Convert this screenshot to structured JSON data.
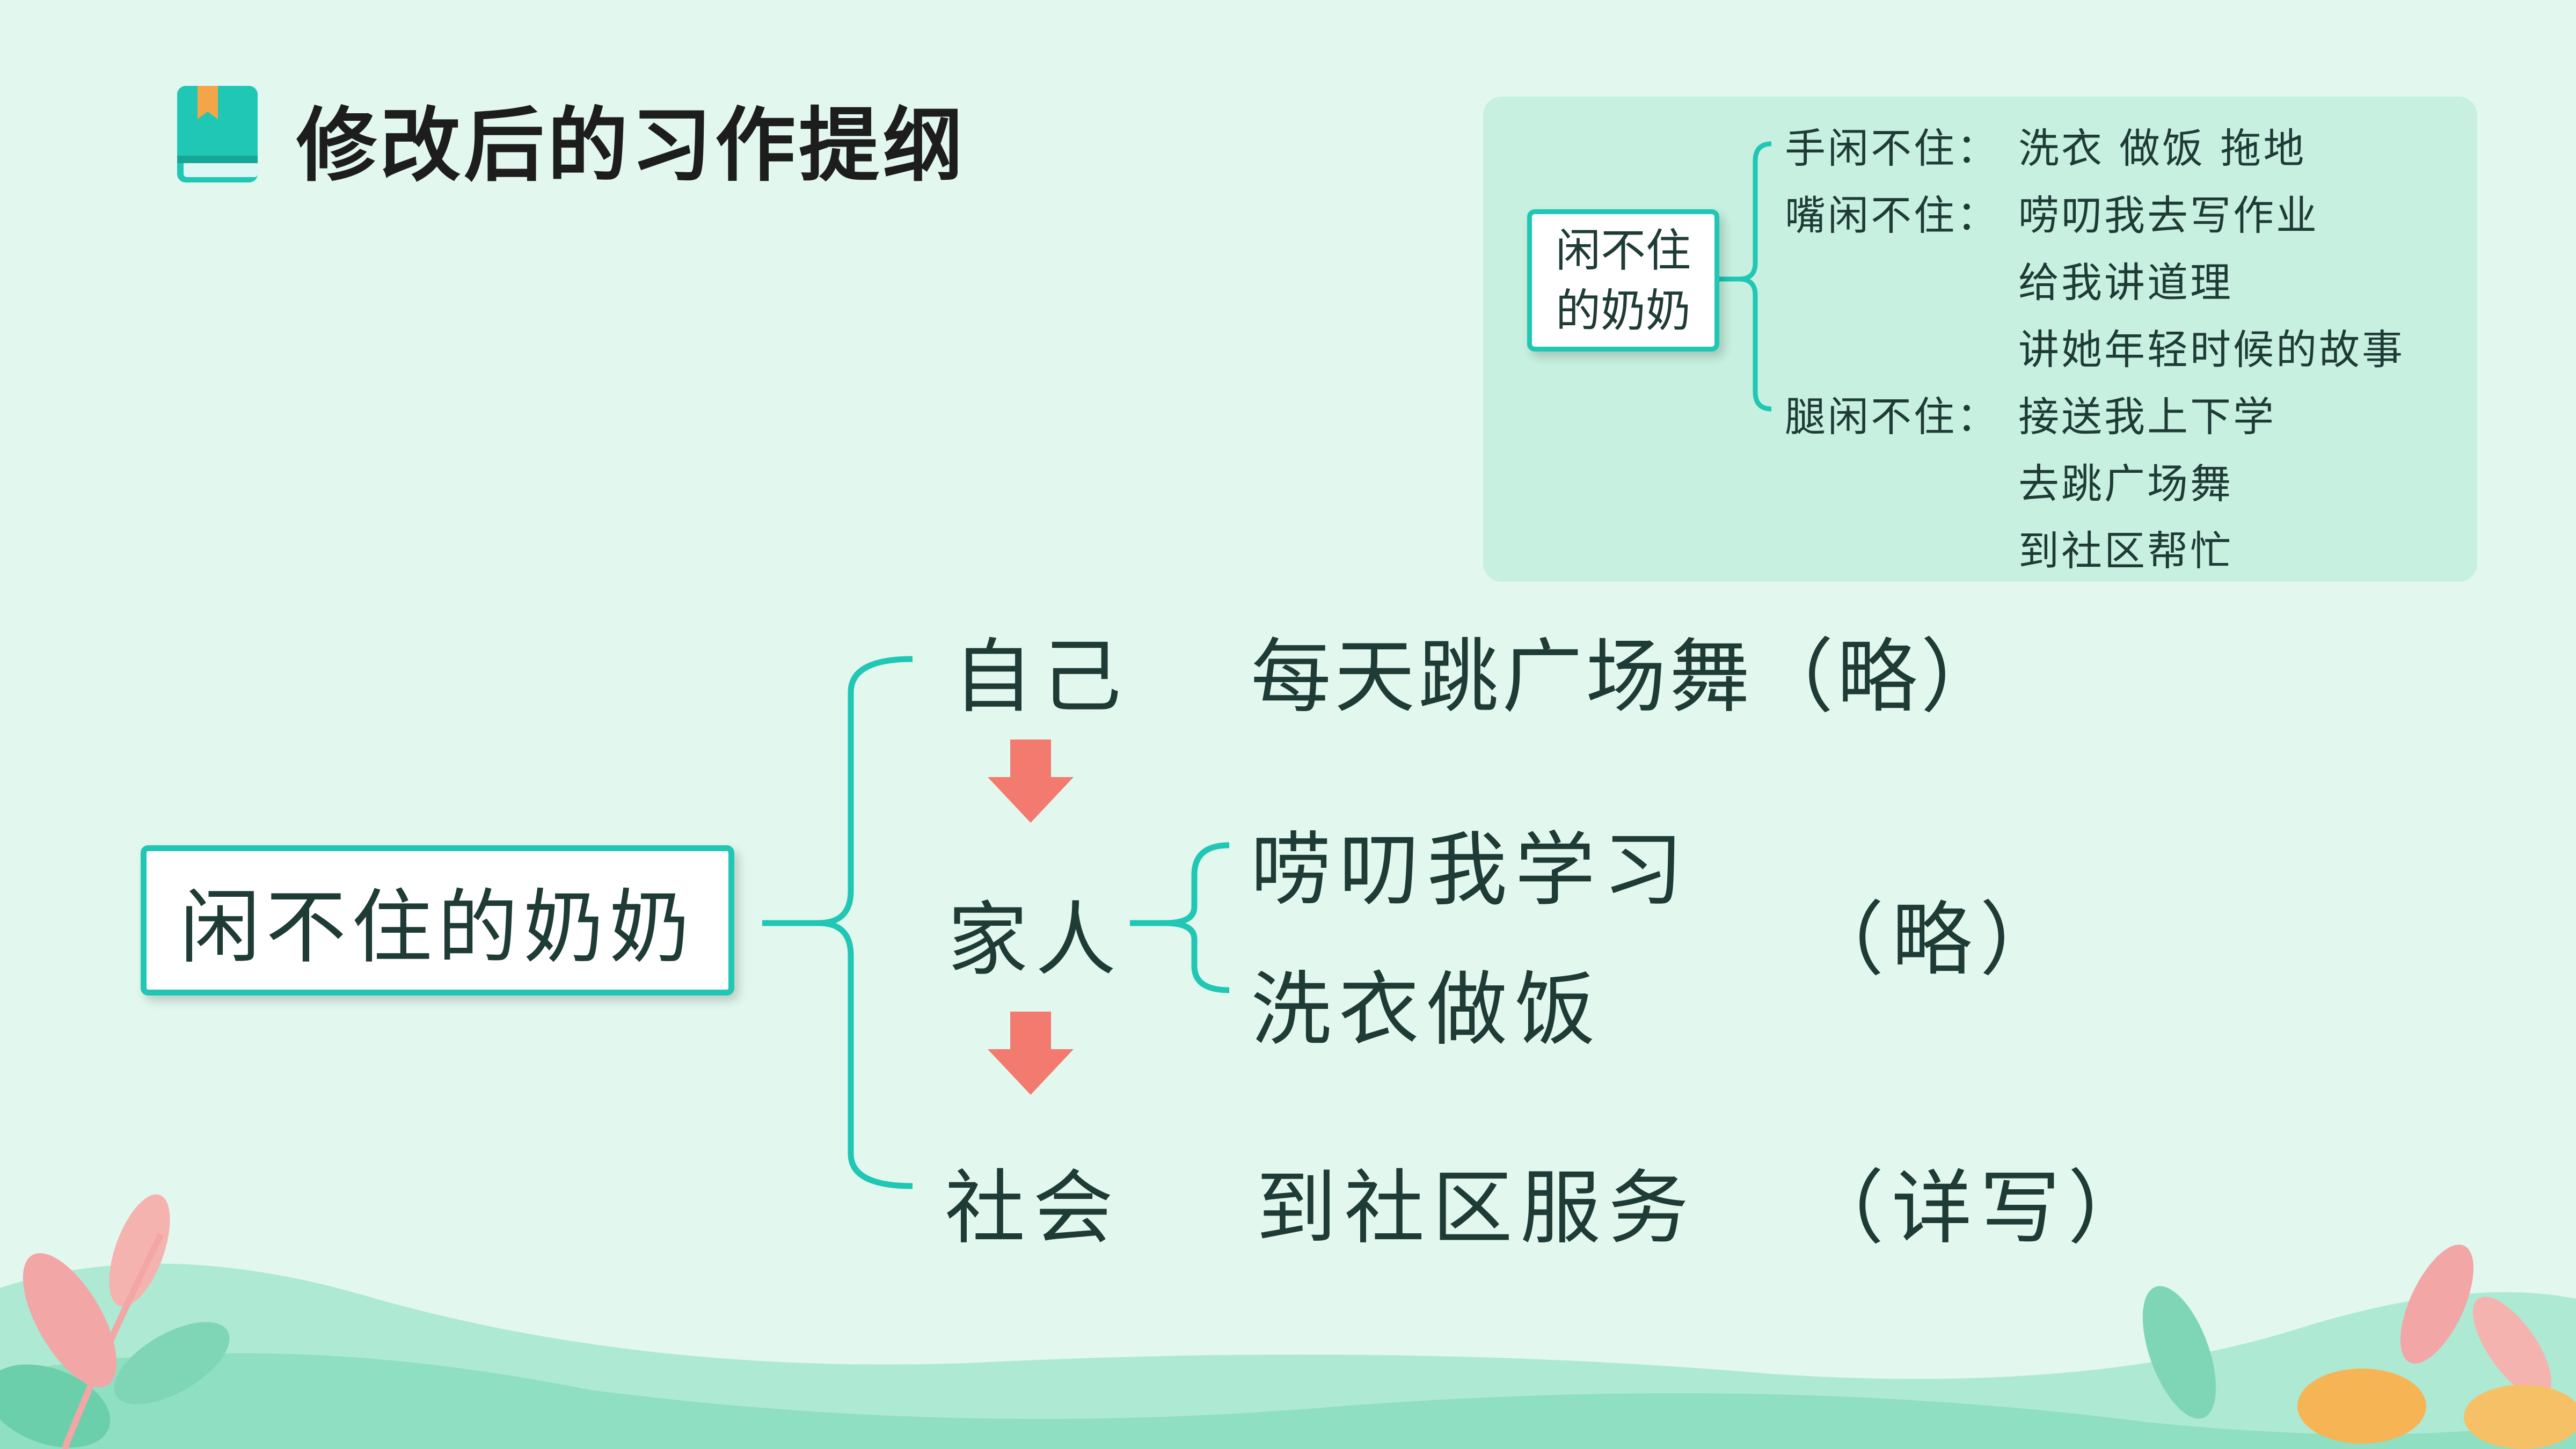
{
  "page_title": "修改后的习作提纲",
  "inset": {
    "root": "闲不住的奶奶",
    "root_lines": [
      "闲不住",
      "的奶奶"
    ],
    "rows": [
      {
        "label": "手闲不住：",
        "text": "洗衣  做饭  拖地"
      },
      {
        "label": "嘴闲不住：",
        "text": "唠叨我去写作业"
      },
      {
        "label": "",
        "text": "给我讲道理"
      },
      {
        "label": "",
        "text": "讲她年轻时候的故事"
      },
      {
        "label": "腿闲不住：",
        "text": "接送我上下学"
      },
      {
        "label": "",
        "text": "去跳广场舞"
      },
      {
        "label": "",
        "text": "到社区帮忙"
      }
    ]
  },
  "main": {
    "root": "闲不住的奶奶",
    "branches": [
      {
        "label": "自己",
        "details": [
          "每天跳广场舞（略）"
        ]
      },
      {
        "label": "家人",
        "details": [
          "唠叨我学习",
          "洗衣做饭"
        ],
        "note": "（略）"
      },
      {
        "label": "社会",
        "details": [
          "到社区服务"
        ],
        "note": "（详写）"
      }
    ]
  },
  "colors": {
    "accent": "#20c7b4",
    "arrow": "#f27a6f",
    "background": "#e2f8ef",
    "inset_background": "#c7f0e0"
  },
  "icons": [
    "book-icon",
    "down-arrow-icon",
    "leaf-decoration"
  ]
}
